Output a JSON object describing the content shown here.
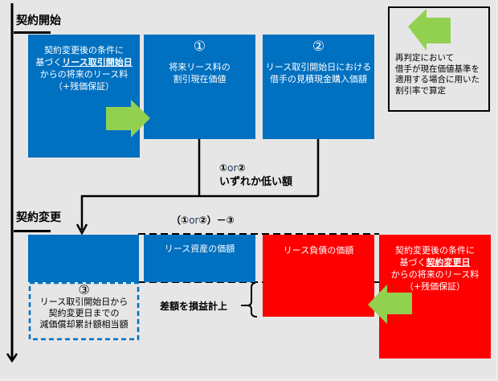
{
  "sections": {
    "start": "契約開始",
    "change": "契約変更"
  },
  "start_row": {
    "box_future_lease": {
      "line1": "契約変更後の条件に",
      "line2_prefix": "基づく",
      "line2_emph": "リース取引開始日",
      "line3": "からの将来のリース料",
      "line4": "（+残価保証）"
    },
    "box_pv": {
      "num": "①",
      "line1": "将来リース料の",
      "line2": "割引現在価値"
    },
    "box_purchase": {
      "num": "②",
      "line1": "リース取引開始日における",
      "line2": "借手の見積現金購入価額"
    },
    "lower_label": {
      "line1_a": "①",
      "line1_or": "or",
      "line1_b": "②",
      "line2": "いずれか低い額"
    }
  },
  "legend": {
    "line1": "再判定において",
    "line2": "借手が現在価値基準を",
    "line3": "適用する場合に用いた",
    "line4": "割引率で算定"
  },
  "change_row": {
    "formula": {
      "open": "（",
      "a": "①",
      "or": "or",
      "b": "②",
      "close": "）－③"
    },
    "asset_value": "リース資産の価額",
    "liability_value": "リース負債の価額",
    "box3": {
      "num": "③",
      "line1": "リース取引開始日から",
      "line2": "契約変更日までの",
      "line3": "減価償却累計額相当額"
    },
    "pl_label": "差額を損益計上",
    "box_future_lease_change": {
      "line1": "契約変更後の条件に",
      "line2_prefix": "基づく",
      "line2_emph": "契約変更日",
      "line3": "からの将来のリース料",
      "line4": "（+残価保証）"
    }
  },
  "colors": {
    "blue": "#0070c0",
    "red": "#ff0000",
    "arrow_green": "#92d050",
    "background": "#e6e6e6"
  }
}
